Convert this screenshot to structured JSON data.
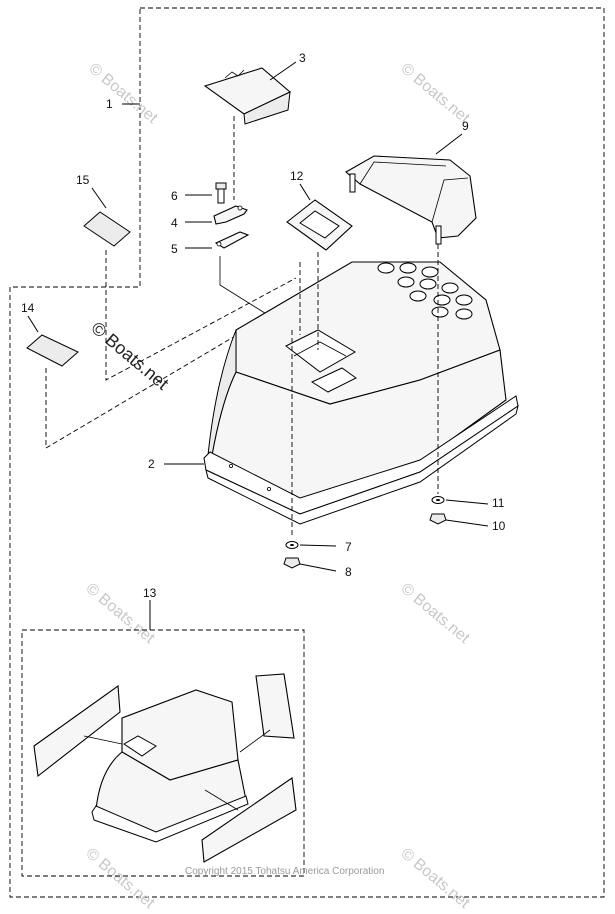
{
  "callouts": [
    {
      "id": "1",
      "label": "1"
    },
    {
      "id": "2",
      "label": "2"
    },
    {
      "id": "3",
      "label": "3"
    },
    {
      "id": "4",
      "label": "4"
    },
    {
      "id": "5",
      "label": "5"
    },
    {
      "id": "6",
      "label": "6"
    },
    {
      "id": "7",
      "label": "7"
    },
    {
      "id": "8",
      "label": "8"
    },
    {
      "id": "9",
      "label": "9"
    },
    {
      "id": "10",
      "label": "10"
    },
    {
      "id": "11",
      "label": "11"
    },
    {
      "id": "12",
      "label": "12"
    },
    {
      "id": "13",
      "label": "13"
    },
    {
      "id": "14",
      "label": "14"
    },
    {
      "id": "15",
      "label": "15"
    }
  ],
  "watermark": {
    "text": "© Boats.net",
    "strong_text": "© Boats.net"
  },
  "copyright": "Copyright 2015 Tohatsu America Corporation"
}
